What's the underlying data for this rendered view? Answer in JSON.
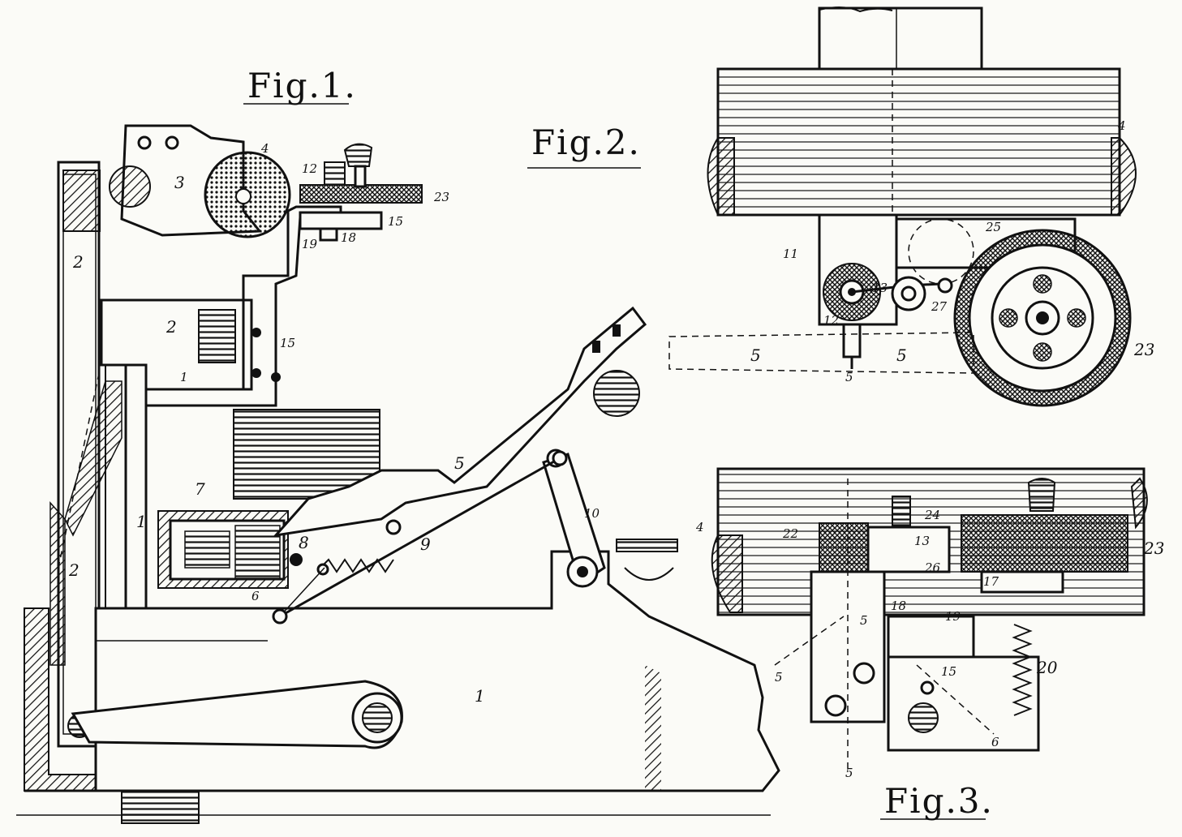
{
  "figures": {
    "fig1": "Fig.1.",
    "fig2": "Fig.2.",
    "fig3": "Fig.3."
  },
  "labels": {
    "fig1": [
      "1",
      "1",
      "1",
      "2",
      "2",
      "2",
      "3",
      "4",
      "5",
      "6",
      "7",
      "8",
      "9",
      "10",
      "12",
      "15",
      "15",
      "18",
      "19",
      "23"
    ],
    "fig2": [
      "4",
      "5",
      "5",
      "5",
      "11",
      "12",
      "13",
      "25",
      "27",
      "23"
    ],
    "fig3": [
      "4",
      "5",
      "5",
      "5",
      "6",
      "13",
      "15",
      "17",
      "18",
      "19",
      "20",
      "22",
      "23",
      "24",
      "26"
    ]
  }
}
